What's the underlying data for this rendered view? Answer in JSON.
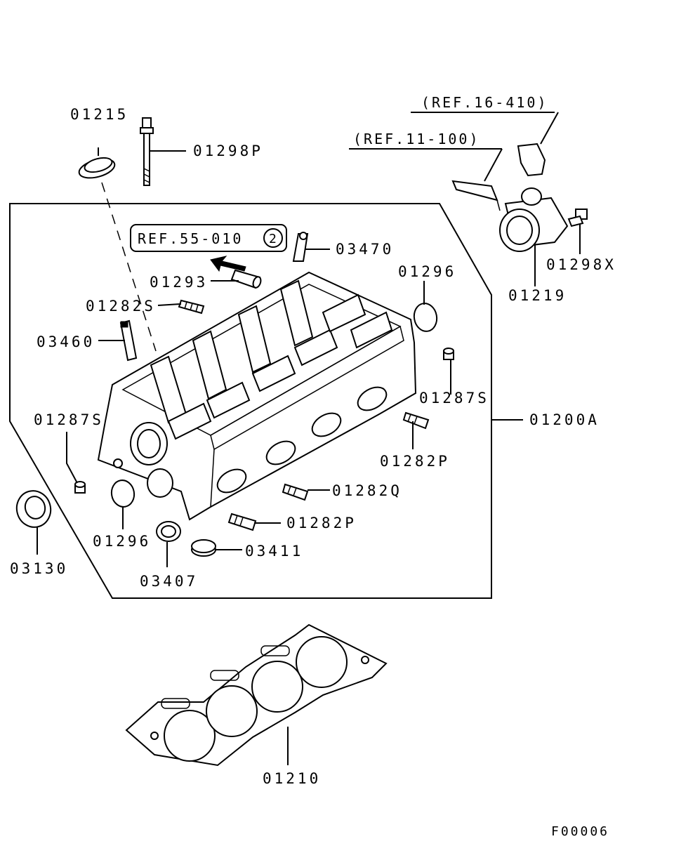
{
  "refs": {
    "ref_16_410": "(REF.16-410)",
    "ref_11_100": "(REF.11-100)",
    "ref_55_010": "REF.55-010",
    "ref_55_010_circle": "2"
  },
  "labels": {
    "p01215": "01215",
    "p01298P": "01298P",
    "p03470": "03470",
    "p01293": "01293",
    "p01282S": "01282S",
    "p03460": "03460",
    "p01296_top": "01296",
    "p01219": "01219",
    "p01298X": "01298X",
    "p01287S_right": "01287S",
    "p01200A": "01200A",
    "p01287S_left": "01287S",
    "p01282P_right": "01282P",
    "p01282Q": "01282Q",
    "p01282P_mid": "01282P",
    "p03411": "03411",
    "p03407": "03407",
    "p01296_bottom": "01296",
    "p03130": "03130",
    "p01210": "01210"
  },
  "figure_code": "F00006"
}
